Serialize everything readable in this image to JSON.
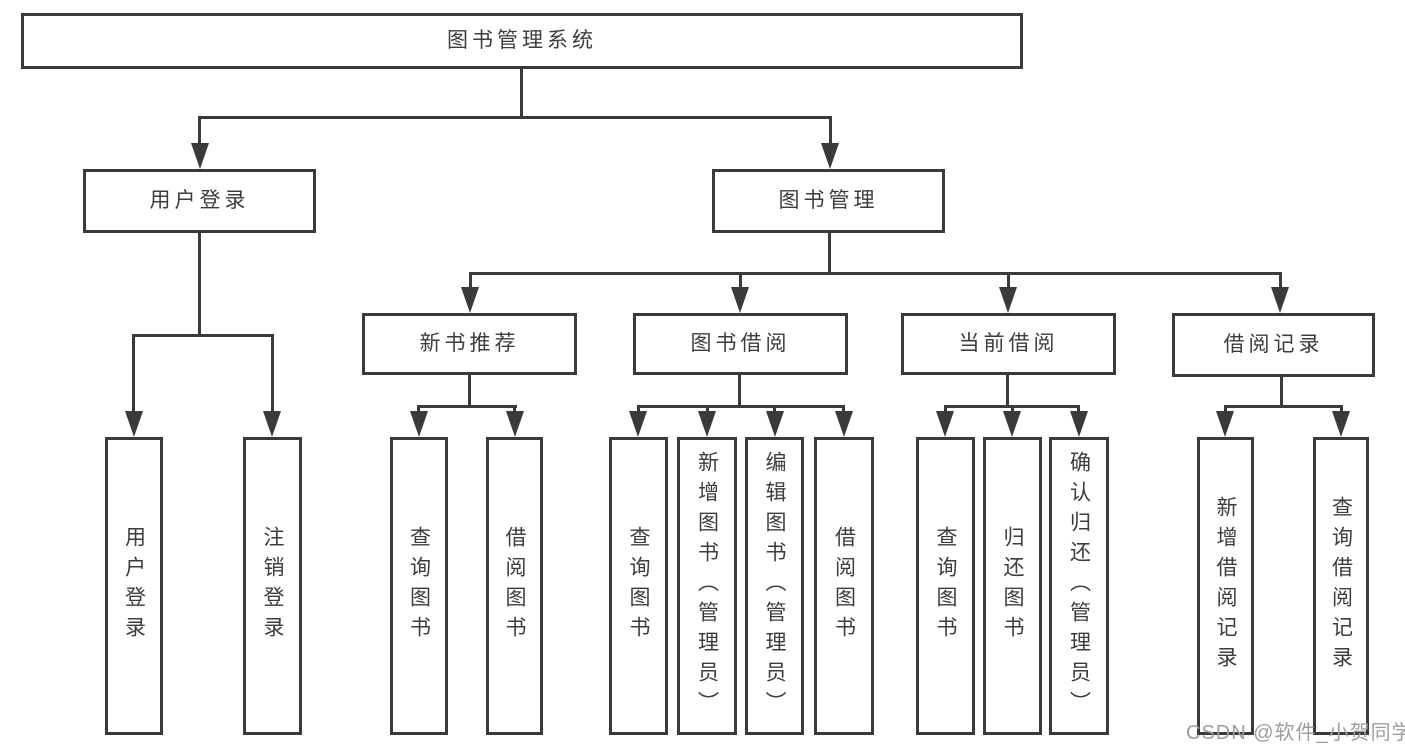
{
  "nodes": {
    "root": {
      "label": "图书管理系统"
    },
    "level1": [
      {
        "label": "用户登录"
      },
      {
        "label": "图书管理"
      }
    ],
    "level2": [
      {
        "label": "新书推荐",
        "parent": "图书管理"
      },
      {
        "label": "图书借阅",
        "parent": "图书管理"
      },
      {
        "label": "当前借阅",
        "parent": "图书管理"
      },
      {
        "label": "借阅记录",
        "parent": "图书管理"
      }
    ],
    "leaves": [
      {
        "label": "用户登录",
        "parent": "用户登录"
      },
      {
        "label": "注销登录",
        "parent": "用户登录"
      },
      {
        "label": "查询图书",
        "parent": "新书推荐"
      },
      {
        "label": "借阅图书",
        "parent": "新书推荐"
      },
      {
        "label": "查询图书",
        "parent": "图书借阅"
      },
      {
        "label": "新增图书（管理员）",
        "parent": "图书借阅"
      },
      {
        "label": "编辑图书（管理员）",
        "parent": "图书借阅"
      },
      {
        "label": "借阅图书",
        "parent": "图书借阅"
      },
      {
        "label": "查询图书",
        "parent": "当前借阅"
      },
      {
        "label": "归还图书",
        "parent": "当前借阅"
      },
      {
        "label": "确认归还（管理员）",
        "parent": "当前借阅"
      },
      {
        "label": "新增借阅记录",
        "parent": "借阅记录"
      },
      {
        "label": "查询借阅记录",
        "parent": "借阅记录"
      }
    ]
  },
  "watermark": "CSDN @软件_小贺同学",
  "colors": {
    "line": "#3a3a3a",
    "text": "#3d3d3d",
    "watermark": "#9e9e9e",
    "background": "#ffffff"
  }
}
